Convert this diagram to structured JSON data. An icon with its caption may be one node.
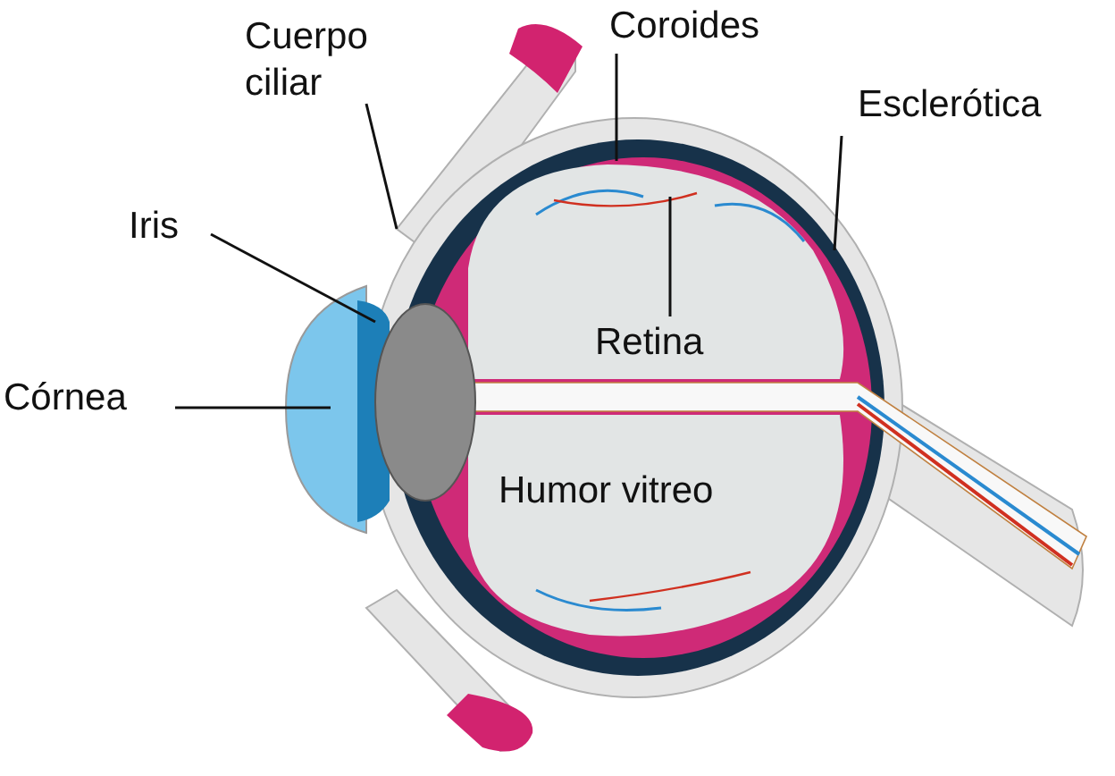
{
  "diagram": {
    "nodes": [
      {
        "text": [
          "Cuerpo ciliar"
        ]
      },
      {
        "text": [
          "Coroides"
        ]
      },
      {
        "text": [
          "Esclerótica"
        ]
      },
      {
        "text": [
          "Iris"
        ]
      },
      {
        "text": [
          "Córnea"
        ]
      },
      {
        "text": [
          "Retina"
        ]
      }
    ],
    "edges": [
      {
        "from": 0,
        "to": null,
        "arrow": "none"
      },
      {
        "from": 1,
        "to": null,
        "arrow": "none"
      },
      {
        "from": 2,
        "to": null,
        "arrow": "none"
      },
      {
        "from": 3,
        "to": null,
        "arrow": "none"
      },
      {
        "from": 4,
        "to": null,
        "arrow": "none"
      },
      {
        "from": 5,
        "to": null,
        "arrow": "none"
      }
    ],
    "labels": [
      "Humor vitreo"
    ]
  }
}
